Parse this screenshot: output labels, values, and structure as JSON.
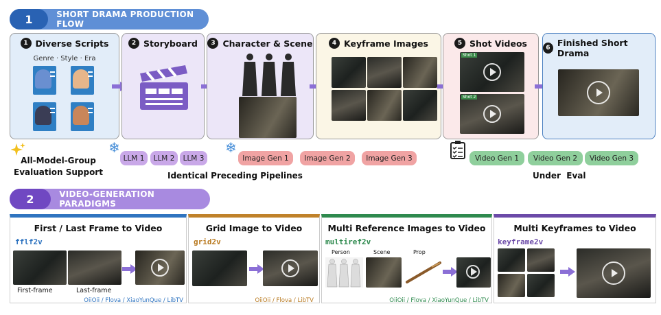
{
  "section1": {
    "number": "1",
    "title": "SHORT DRAMA PRODUCTION FLOW"
  },
  "section2": {
    "number": "2",
    "title": "VIDEO-GENERATION PARADIGMS"
  },
  "stages": [
    {
      "num": "1",
      "title": "Diverse Scripts",
      "sub": "Genre · Style · Era"
    },
    {
      "num": "2",
      "title": "Storyboard"
    },
    {
      "num": "3",
      "title": "Character & Scene"
    },
    {
      "num": "4",
      "title": "Keyframe Images"
    },
    {
      "num": "5",
      "title": "Shot Videos",
      "shot_labels": [
        "Shot 1",
        "Shot 2"
      ]
    },
    {
      "num": "6",
      "title": "Finished Short Drama"
    }
  ],
  "evaluation_support": "All-Model-Group\nEvaluation Support",
  "llm_pills": [
    "LLM 1",
    "LLM 2",
    "LLM 3"
  ],
  "image_gen_pills": [
    "Image Gen 1",
    "Image Gen 2",
    "Image Gen 3"
  ],
  "video_gen_pills": [
    "Video Gen 1",
    "Video Gen 2",
    "Video Gen 3"
  ],
  "identical_pipelines": "Identical Preceding Pipelines",
  "under_eval": "Under  Eval",
  "paradigms": [
    {
      "title": "First / Last Frame to Video",
      "code": "fflf2v",
      "captions": [
        "First-frame",
        "Last-frame"
      ],
      "vendors": "OiiOii / Flova / XiaoYunQue / LibTV",
      "color": "#2f74c0"
    },
    {
      "title": "Grid Image to Video",
      "code": "grid2v",
      "vendors": "OiiOii / Flova / LibTV",
      "color": "#b8791f"
    },
    {
      "title": "Multi Reference Images to Video",
      "code": "multiref2v",
      "captions": [
        "Person",
        "Scene",
        "Prop"
      ],
      "vendors": "OiiOii / Flova / XiaoYunQue / LibTV",
      "color": "#2e8a4e"
    },
    {
      "title": "Multi Keyframes to Video",
      "code": "keyframe2v",
      "color": "#6b4aa8"
    }
  ],
  "colors": {
    "blue": "#2b6cb5",
    "purple": "#7b5cc4",
    "llm": "#c9a8e8",
    "image": "#f0a3a3",
    "video": "#8fcf9c"
  }
}
